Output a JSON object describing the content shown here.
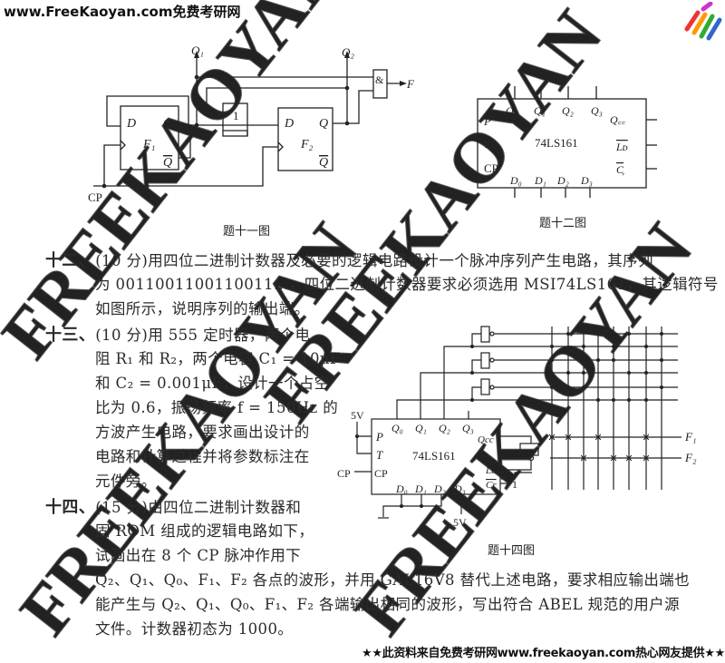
{
  "header": {
    "site": "www.FreeKaoyan.com免费考研网"
  },
  "watermark": "FREEKAOYAN",
  "fig11": {
    "q1": "Q₁",
    "q2": "Q₂",
    "d": "D",
    "q": "Q",
    "qbar": "Q",
    "f1": "F₁",
    "f2": "F₂",
    "not_gate": "1",
    "and_gate": "&",
    "out": "F",
    "cp": "CP",
    "caption": "题十一图"
  },
  "fig12": {
    "q0": "Q₀",
    "q1": "Q₁",
    "q2": "Q₂",
    "q3": "Q₃",
    "qcc": "Q꜀꜀",
    "p": "P",
    "t": "T",
    "cp": "CP",
    "chip": "74LS161",
    "ld": "Lᴅ",
    "cr": "C᷊",
    "d0": "D₀",
    "d1": "D₁",
    "d2": "D₂",
    "d3": "D₃",
    "caption": "题十二图"
  },
  "fig14": {
    "v5_top": "5V",
    "v5_bottom": "5V",
    "p": "P",
    "t": "T",
    "cp_in": "CP",
    "cp": "CP",
    "chip": "74LS161",
    "q0": "Q₀",
    "q1": "Q₁",
    "q2": "Q₂",
    "q3": "Q₃",
    "qcc": "Qcc",
    "ld": "Lᴅ",
    "cr": "Cr",
    "one": "1",
    "d0": "D₀",
    "d1": "D₁",
    "d2": "D₂",
    "d3": "D₃",
    "f1": "F₁",
    "f2": "F₂",
    "caption": "题十四图"
  },
  "q12": {
    "num": "十二、",
    "lines": [
      "(10 分)用四位二进制计数器及必要的逻辑电路设计一个脉冲序列产生电路，其序列",
      "为 0011001100110011…，四位二进制计数器要求必须选用 MSI74LS161，其逻辑符号",
      "如图所示，说明序列的输出端。"
    ]
  },
  "q13": {
    "num": "十三、",
    "lines": [
      "(10 分)用 555 定时器，两个电",
      "阻 R₁ 和 R₂，两个电容 C₁ = 10μF",
      "和 C₂ = 0.001μF，设计一个占空",
      "比为 0.6，振荡频率 f = 150Hz 的",
      "方波产生电路，要求画出设计的",
      "电路和计算过程并将参数标注在",
      "元件旁。"
    ]
  },
  "q14": {
    "num": "十四、",
    "lines": [
      "(15 分)由四位二进制计数器和",
      "固 ROM 组成的逻辑电路如下，",
      "试画出在 8 个 CP 脉冲作用下",
      "Q₂、Q₁、Q₀、F₁、F₂ 各点的波形，并用 GAL16V8 替代上述电路，要求相应输出端也",
      "能产生与 Q₂、Q₁、Q₀、F₁、F₂ 各端输出相同的波形，写出符合 ABEL 规范的用户源",
      "文件。计数器初态为 1000。"
    ]
  },
  "footer": "★★此资料来自免费考研网www.freekaoyan.com热心网友提供★★"
}
